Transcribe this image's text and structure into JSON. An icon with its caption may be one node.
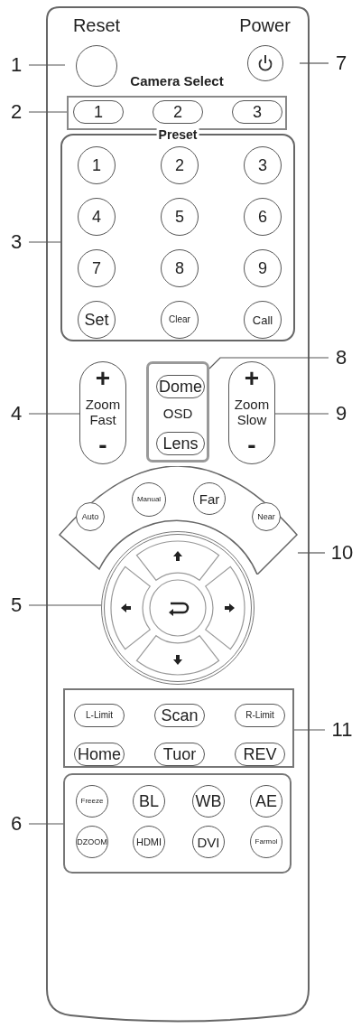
{
  "diagram": {
    "nodes": [
      {
        "text": [
          "1"
        ]
      },
      {
        "text": [
          "Reset"
        ]
      },
      {
        "text": [
          "Power"
        ]
      },
      {
        "text": [
          "7"
        ]
      },
      {
        "text": [
          "Camera Select"
        ]
      },
      {
        "text": [
          "1"
        ],
        "in": 4
      },
      {
        "text": [
          "2"
        ],
        "in": 4
      },
      {
        "text": [
          "3"
        ],
        "in": 4
      },
      {
        "text": [
          "2"
        ]
      },
      {
        "text": [
          "Preset"
        ]
      },
      {
        "text": [
          "1"
        ],
        "in": 9
      },
      {
        "text": [
          "2"
        ],
        "in": 9
      },
      {
        "text": [
          "3"
        ],
        "in": 9
      },
      {
        "text": [
          "4"
        ],
        "in": 9
      },
      {
        "text": [
          "5"
        ],
        "in": 9
      },
      {
        "text": [
          "6"
        ],
        "in": 9
      },
      {
        "text": [
          "7"
        ],
        "in": 9
      },
      {
        "text": [
          "8"
        ],
        "in": 9
      },
      {
        "text": [
          "9"
        ],
        "in": 9
      },
      {
        "text": [
          "Set"
        ],
        "in": 9
      },
      {
        "text": [
          "Clear"
        ],
        "in": 9
      },
      {
        "text": [
          "Call"
        ],
        "in": 9
      },
      {
        "text": [
          "3"
        ]
      },
      {
        "text": [
          "8"
        ]
      },
      {
        "text": [
          "+",
          "Zoom Fast",
          "-"
        ]
      },
      {
        "text": [
          "OSD"
        ]
      },
      {
        "text": [
          "Dome"
        ],
        "in": 25
      },
      {
        "text": [
          "Lens"
        ],
        "in": 25
      },
      {
        "text": [
          "+",
          "Zoom Slow",
          "-"
        ]
      },
      {
        "text": [
          "4"
        ]
      },
      {
        "text": [
          "9"
        ]
      },
      {
        "text": [],
        "shape": "band"
      },
      {
        "text": [
          "Manual"
        ],
        "in": 31
      },
      {
        "text": [
          "Far"
        ],
        "in": 31
      },
      {
        "text": [
          "Auto"
        ],
        "in": 31
      },
      {
        "text": [
          "Near"
        ],
        "in": 31
      },
      {
        "text": [
          "10"
        ]
      },
      {
        "text": [],
        "shape": "circle"
      },
      {
        "text": [
          "5"
        ]
      },
      {
        "text": [],
        "shape": "box"
      },
      {
        "text": [
          "L-Limit"
        ],
        "in": 39
      },
      {
        "text": [
          "Scan"
        ],
        "in": 39
      },
      {
        "text": [
          "R-Limit"
        ],
        "in": 39
      },
      {
        "text": [
          "Home"
        ],
        "in": 39
      },
      {
        "text": [
          "Tuor"
        ],
        "in": 39
      },
      {
        "text": [
          "REV"
        ],
        "in": 39
      },
      {
        "text": [
          "11"
        ]
      },
      {
        "text": [],
        "shape": "box"
      },
      {
        "text": [
          "Freeze"
        ],
        "in": 47
      },
      {
        "text": [
          "BL"
        ],
        "in": 47
      },
      {
        "text": [
          "WB"
        ],
        "in": 47
      },
      {
        "text": [
          "AE"
        ],
        "in": 47
      },
      {
        "text": [
          "DZOOM"
        ],
        "in": 47
      },
      {
        "text": [
          "HDMI"
        ],
        "in": 47
      },
      {
        "text": [
          "DVI"
        ],
        "in": 47
      },
      {
        "text": [
          "Farmol"
        ],
        "in": 47
      },
      {
        "text": [
          "6"
        ]
      }
    ],
    "edges": [
      {
        "from": 0,
        "to": 1,
        "arrow": "none"
      },
      {
        "from": 3,
        "to": 2,
        "arrow": "none"
      },
      {
        "from": 8,
        "to": 4,
        "arrow": "none"
      },
      {
        "from": 22,
        "to": 9,
        "arrow": "none"
      },
      {
        "from": 23,
        "to": 25,
        "arrow": "none"
      },
      {
        "from": 29,
        "to": 24,
        "arrow": "none"
      },
      {
        "from": 30,
        "to": 28,
        "arrow": "none"
      },
      {
        "from": 36,
        "to": 31,
        "arrow": "none"
      },
      {
        "from": 38,
        "to": 37,
        "arrow": "none"
      },
      {
        "from": 46,
        "to": 39,
        "arrow": "none"
      },
      {
        "from": 56,
        "to": 47,
        "arrow": "none"
      }
    ]
  }
}
